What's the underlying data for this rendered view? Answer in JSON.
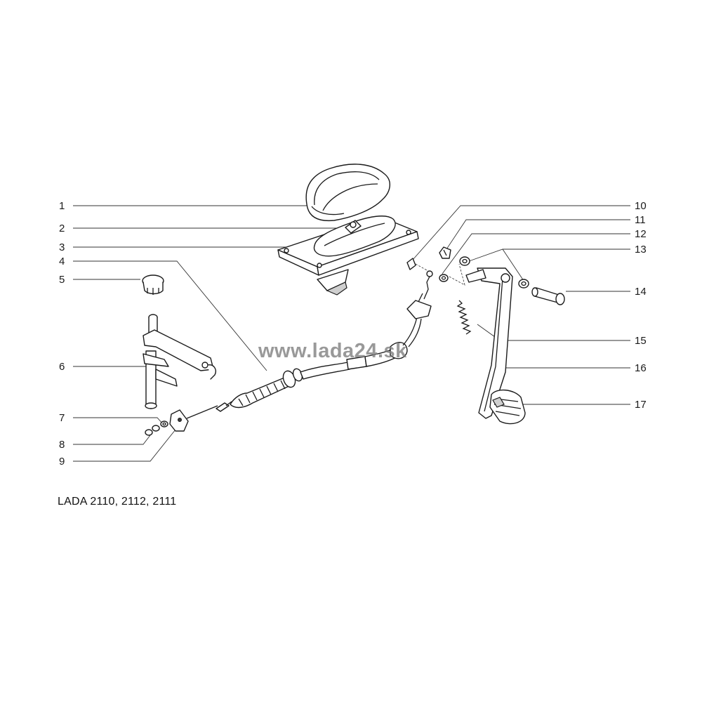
{
  "callouts_left": [
    "1",
    "2",
    "3",
    "4",
    "5",
    "6",
    "7",
    "8",
    "9"
  ],
  "callouts_right": [
    "10",
    "11",
    "12",
    "13",
    "14",
    "15",
    "16",
    "17"
  ],
  "caption": "LADA 2110, 2112, 2111",
  "watermark": "www.lada24.sk"
}
